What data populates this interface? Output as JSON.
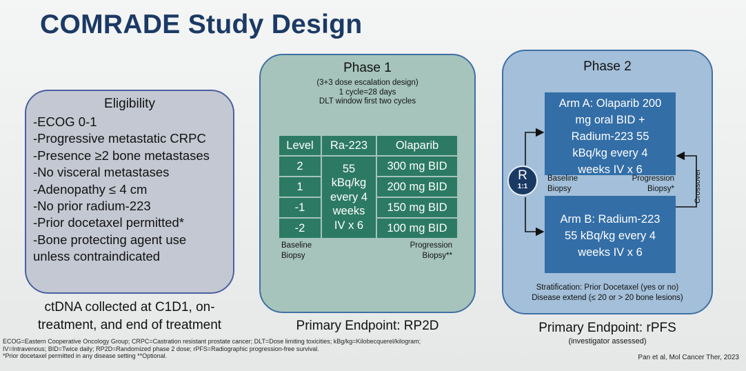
{
  "title": "COMRADE Study Design",
  "eligibility": {
    "heading": "Eligibility",
    "items": [
      "-ECOG 0-1",
      "-Progressive metastatic CRPC",
      "-Presence ≥2 bone metastases",
      "-No visceral metastases",
      "-Adenopathy ≤ 4 cm",
      "-No prior radium-223",
      "-Prior docetaxel permitted*",
      "-Bone protecting agent use",
      "unless contraindicated"
    ],
    "ctdna_line1": "ctDNA collected at C1D1, on-",
    "ctdna_line2": "treatment, and end of treatment"
  },
  "phase1": {
    "heading": "Phase 1",
    "sub1": "(3+3 dose escalation design)",
    "sub2": "1 cycle=28 days",
    "sub3": "DLT window first two cycles",
    "table": {
      "headers": [
        "Level",
        "Ra-223",
        "Olaparib"
      ],
      "levels": [
        "2",
        "1",
        "-1",
        "-2"
      ],
      "ra223": [
        "55",
        "kBq/kg",
        "every 4",
        "weeks",
        "IV x 6"
      ],
      "olaparib": [
        "300 mg BID",
        "200 mg BID",
        "150 mg BID",
        "100 mg BID"
      ]
    },
    "baseline": [
      "Baseline",
      "Biopsy"
    ],
    "progression": [
      "Progression",
      "Biopsy**"
    ],
    "endpoint": "Primary Endpoint: RP2D"
  },
  "phase2": {
    "heading": "Phase 2",
    "arm_a": [
      "Arm A: Olaparib 200",
      "mg oral BID +",
      "Radium-223 55",
      "kBq/kg every 4",
      "weeks IV x 6"
    ],
    "arm_b": [
      "Arm B: Radium-223",
      "55 kBq/kg every 4",
      "weeks IV x 6"
    ],
    "randomization": {
      "letter": "R",
      "ratio": "1:1"
    },
    "baseline": [
      "Baseline",
      "Biopsy"
    ],
    "progression": [
      "Progression",
      "Biopsy*"
    ],
    "crossover": "Crossover",
    "stratification": [
      "Stratification: Prior Docetaxel (yes or no)",
      "Disease extend (≤ 20 or > 20 bone lesions)"
    ],
    "endpoint": "Primary Endpoint: rPFS",
    "endpoint_note": "(investigator assessed)"
  },
  "footnotes": [
    "ECOG=Eastern Cooperative Oncology Group; CRPC=Castration resistant prostate cancer; DLT=Dose limiting toxicities; kBg/kg=Kilobecquerel/kilogram;",
    "IV=Intravenous; BID=Twice daily; RP2D=Randomized phase 2 dose; rPFS=Radiographic progression-free survival.",
    "*Prior docetaxel permitted in any disease setting  **Optional."
  ],
  "citation": "Pan et al, Mol Cancer Ther, 2023",
  "colors": {
    "title": "#1b3a64",
    "eligibility_bg": "#c4c8d2",
    "phase1_bg": "#a6c4bb",
    "table_bg": "#2c7a63",
    "phase2_bg": "#a3bfd9",
    "arm_bg": "#336ea7",
    "randomization_bg": "#1a3a64"
  }
}
